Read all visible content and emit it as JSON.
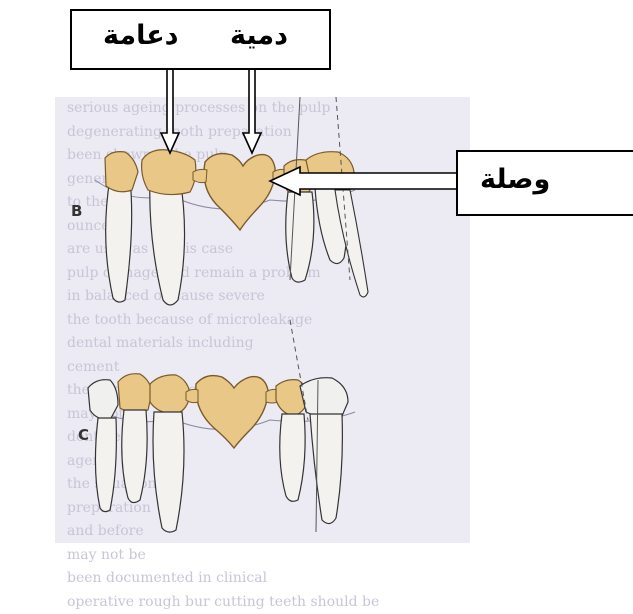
{
  "labels": {
    "pontic": "دمية",
    "abutment": "دعامة",
    "connector": "وصلة"
  },
  "panels": {
    "b": "B",
    "c": "C"
  },
  "background_text": [
    "serious ageing processes on the pulp",
    "degenerating tooth preparation",
    "been shown to be pulp",
    "generally",
    "to the",
    "ounces",
    "are used as in this case",
    "pulp damage and remain a problem",
    "in balanced or cause severe",
    "the tooth because of microleakage",
    "dental materials including",
    "cement",
    "these vital changes",
    "may not be",
    "dentine",
    "agents",
    "the situation",
    "preparation",
    "and before",
    "may not be",
    "been documented in clinical",
    "operative rough bur cutting teeth should be"
  ],
  "colors": {
    "crown": "#e8c787",
    "crown_stroke": "#7a5a2a",
    "root": "#f3f2ef",
    "page": "#eceaf3"
  }
}
